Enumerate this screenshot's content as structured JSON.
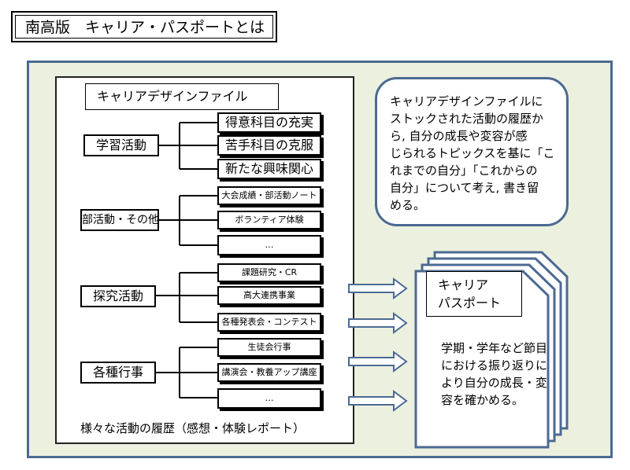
{
  "header": {
    "title": "南高版　キャリア・パスポートとは"
  },
  "design_file": {
    "title": "キャリアデザインファイル",
    "categories": [
      {
        "label": "学習活動",
        "items": [
          "得意科目の充実",
          "苦手科目の克服",
          "新たな興味関心"
        ]
      },
      {
        "label": "部活動・その他",
        "items": [
          "大会成績・部活動ノート",
          "ボランティア体験",
          "…"
        ]
      },
      {
        "label": "探究活動",
        "items": [
          "課題研究・CR",
          "高大連携事業",
          "各種発表会・コンテスト"
        ]
      },
      {
        "label": "各種行事",
        "items": [
          "生徒会行事",
          "講演会・教養アップ講座",
          "…"
        ]
      }
    ],
    "footer": "様々な活動の履歴（感想・体験レポート）"
  },
  "bubble": {
    "lines": [
      "キャリアデザインファイルに",
      "ストックされた活動の履歴か",
      "ら, 自分の成長や変容が感",
      "じられるトピックスを基に「こ",
      "れまでの自分」「これからの",
      "自分」について考え, 書き留",
      "める。"
    ]
  },
  "passport": {
    "title_lines": [
      "キャリア",
      "パスポート"
    ],
    "description": "学期・学年など節目における振り返りにより自分の成長・変容を確かめる。"
  },
  "colors": {
    "panel_background": "#ecf0df",
    "panel_border": "#4b6a92",
    "arrow_fill": "#ffffff",
    "arrow_stroke": "#4b6a92"
  }
}
